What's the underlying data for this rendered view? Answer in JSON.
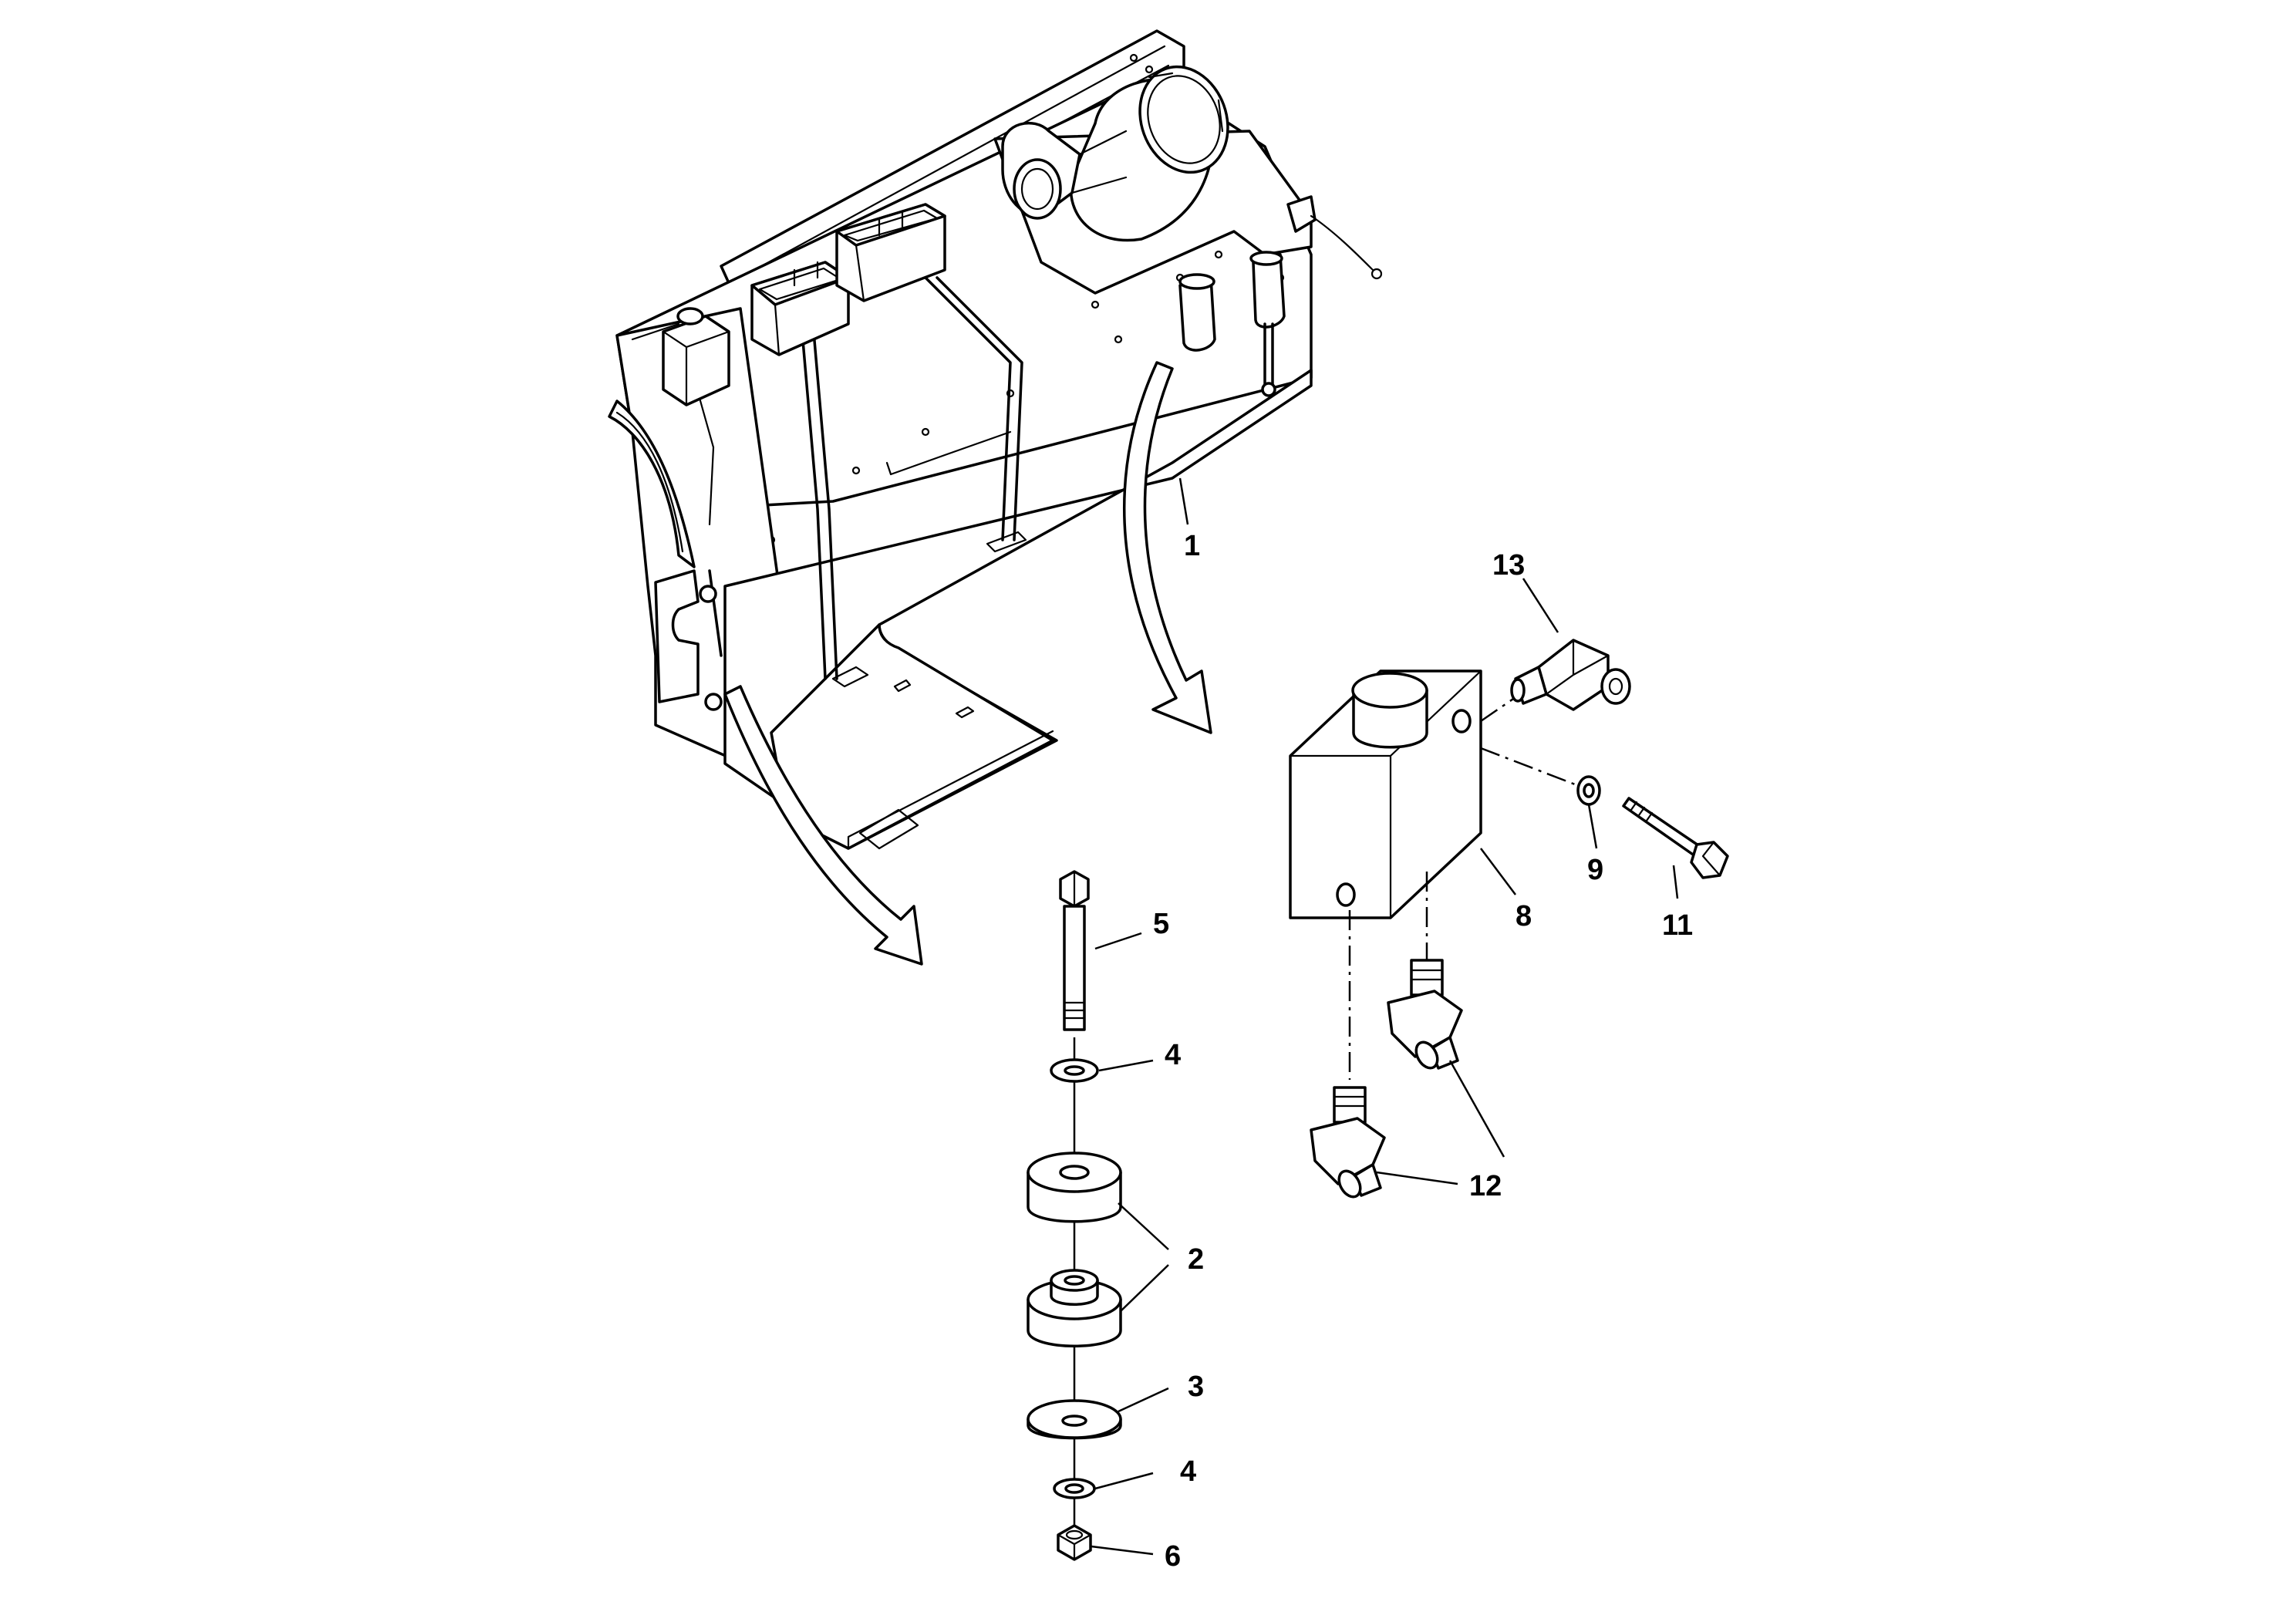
{
  "callouts": {
    "c1": "1",
    "c2": "2",
    "c3": "3",
    "c4a": "4",
    "c4b": "4",
    "c5": "5",
    "c6": "6",
    "c8": "8",
    "c9": "9",
    "c11": "11",
    "c12": "12",
    "c13": "13"
  }
}
